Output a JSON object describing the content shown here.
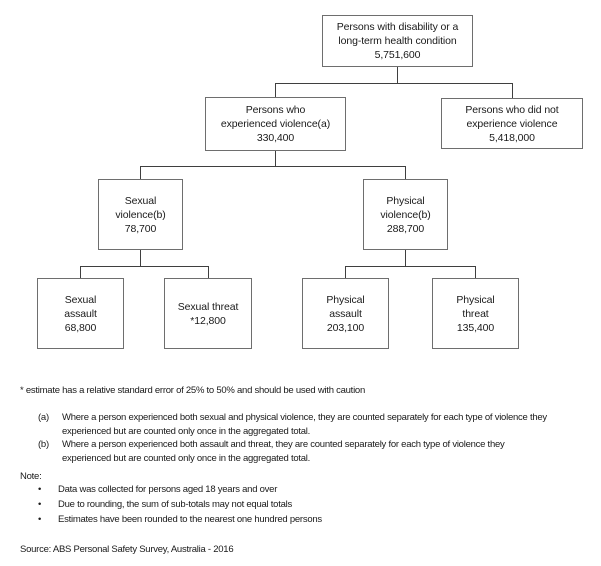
{
  "tree": {
    "root": {
      "label": "Persons with disability or a\nlong-term health condition",
      "value": "5,751,600"
    },
    "experienced": {
      "label": "Persons who\nexperienced violence(a)",
      "value": "330,400"
    },
    "not_experienced": {
      "label": "Persons who did not\nexperience violence",
      "value": "5,418,000"
    },
    "sexual_violence": {
      "label": "Sexual\nviolence(b)",
      "value": "78,700"
    },
    "physical_violence": {
      "label": "Physical\nviolence(b)",
      "value": "288,700"
    },
    "sexual_assault": {
      "label": "Sexual\nassault",
      "value": "68,800"
    },
    "sexual_threat": {
      "label": "Sexual threat",
      "value": "*12,800"
    },
    "physical_assault": {
      "label": "Physical\nassault",
      "value": "203,100"
    },
    "physical_threat": {
      "label": "Physical\nthreat",
      "value": "135,400"
    }
  },
  "footnotes": {
    "asterisk": "* estimate has a relative standard error of 25% to 50% and should be used with caution",
    "items": [
      {
        "label": "(a)",
        "lines": [
          "Where a person experienced both sexual and physical violence, they are counted separately for each type of violence they",
          "experienced but are counted only once in the aggregated total."
        ]
      },
      {
        "label": "(b)",
        "lines": [
          "Where a person experienced both assault and threat, they are counted separately for each type of violence they",
          "experienced but are counted only once in the aggregated total."
        ]
      }
    ]
  },
  "note": {
    "title": "Note:",
    "bullet_char": "•",
    "bullets": [
      "Data was collected for persons aged 18 years and over",
      "Due to rounding, the sum of sub-totals may not equal totals",
      "Estimates have been rounded to the nearest one hundred persons"
    ]
  },
  "source": "Source: ABS Personal Safety Survey,  Australia - 2016"
}
